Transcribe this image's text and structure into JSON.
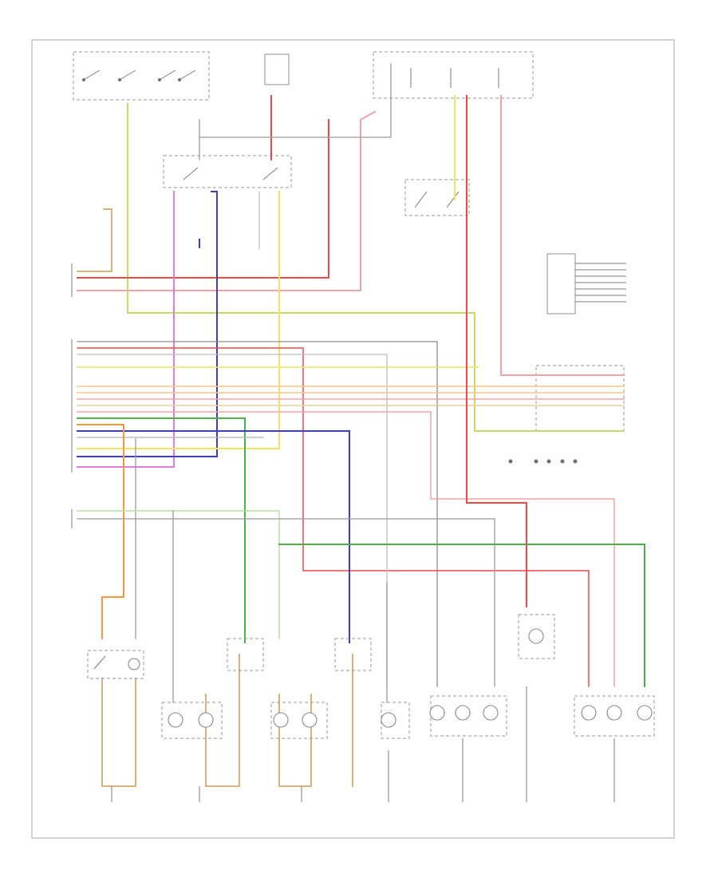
{
  "diagram": {
    "footer_code": "",
    "legend_title": "",
    "palette": {
      "red": "#ee4a4a",
      "pink": "#f4a3a3",
      "yellow": "#f2e45c",
      "yellowgreen": "#c8d96a",
      "orange": "#f59a3c",
      "tan": "#d8b47a",
      "green": "#49b34a",
      "blue": "#3b3bd6",
      "violet": "#e37be3",
      "gray": "#8d8d8d",
      "lightgray": "#c4c4c4"
    },
    "components": [
      {
        "id": "fuse-panel-left",
        "label": ""
      },
      {
        "id": "fuse-relay-center",
        "label": ""
      },
      {
        "id": "fuse-panel-right",
        "label": ""
      },
      {
        "id": "light-switch",
        "label": ""
      },
      {
        "id": "dimmer-switch",
        "label": ""
      },
      {
        "id": "central-control-module",
        "label": ""
      },
      {
        "id": "fuse-block",
        "label": ""
      },
      {
        "id": "interior-lamp-connector",
        "label": ""
      },
      {
        "id": "lamp-control-module",
        "label": ""
      },
      {
        "id": "reverse-lamp-switch",
        "label": ""
      },
      {
        "id": "left-headlamp",
        "label": ""
      },
      {
        "id": "left-fog-lamp",
        "label": ""
      },
      {
        "id": "license-lamp",
        "label": ""
      },
      {
        "id": "third-brake-lamp",
        "label": ""
      },
      {
        "id": "left-taillamp",
        "label": ""
      },
      {
        "id": "right-taillamp",
        "label": ""
      }
    ]
  }
}
